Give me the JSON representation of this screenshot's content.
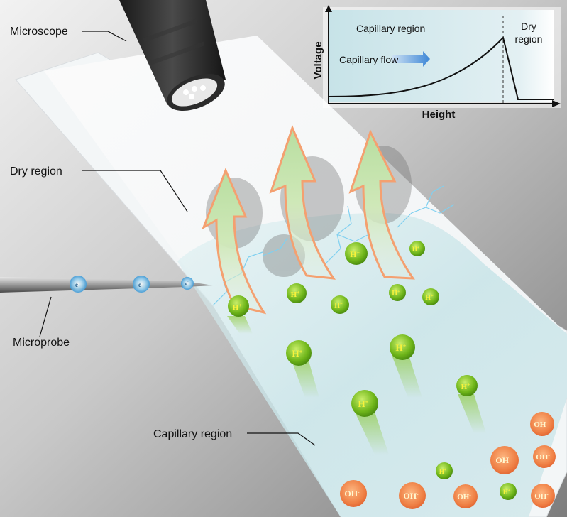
{
  "labels": {
    "microscope": "Microscope",
    "dry_region": "Dry region",
    "microprobe": "Microprobe",
    "capillary_region": "Capillary region"
  },
  "inset": {
    "region_capillary": "Capillary region",
    "region_dry_line1": "Dry",
    "region_dry_line2": "region",
    "flow_label": "Capillary flow",
    "ylabel": "Voltage",
    "xlabel": "Height"
  },
  "ions": {
    "proton": "H",
    "hydroxide": "OH",
    "proton_charge": "+",
    "hydroxide_charge": "-",
    "electron": "e",
    "electron_charge": "-"
  },
  "colors": {
    "proton": "#7fc41c",
    "hydroxide": "#f07a3c",
    "arrow_fill": "#cfe8b8",
    "arrow_stroke": "#f4a070",
    "capillary_fluid": "#cfe7ea",
    "background_dark": "#8a8a8a"
  },
  "icons": [
    "microscope-icon",
    "microprobe-icon",
    "upward-arrow-icon",
    "proton-icon",
    "hydroxide-icon",
    "electron-icon",
    "spark-icon"
  ]
}
